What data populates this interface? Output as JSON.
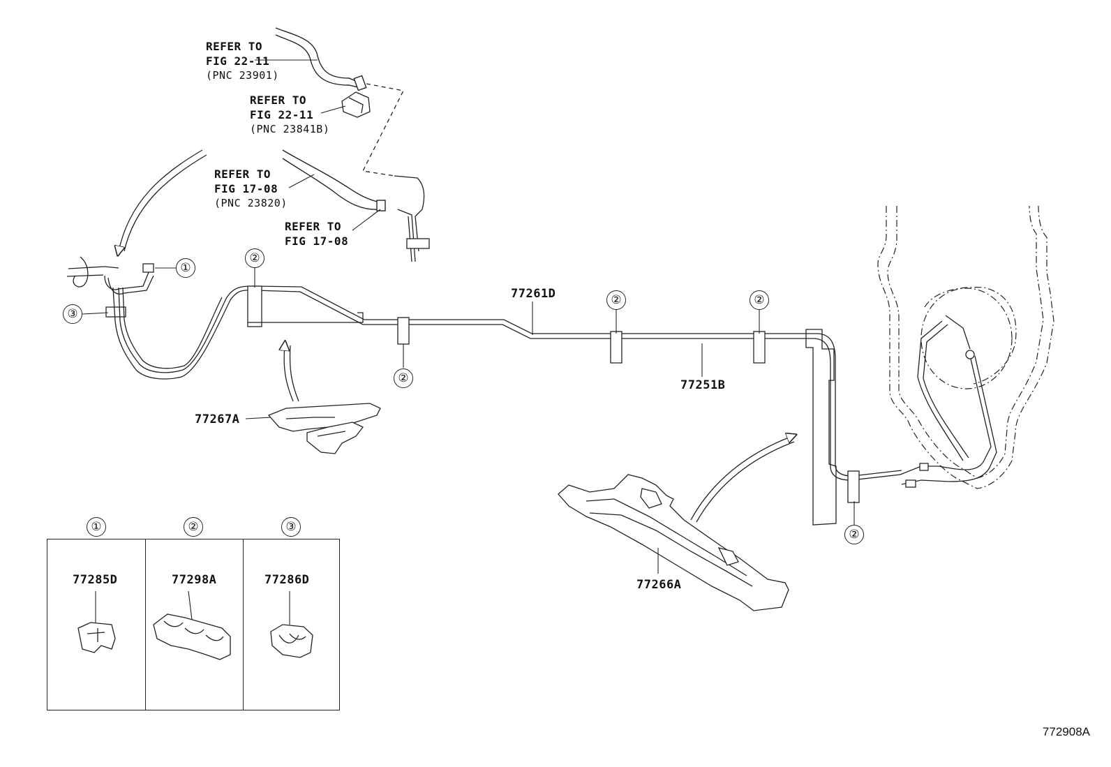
{
  "references": [
    {
      "line1": "REFER TO",
      "line2": "FIG 22-11",
      "line3": "(PNC 23901)"
    },
    {
      "line1": "REFER TO",
      "line2": "FIG 22-11",
      "line3": "(PNC 23841B)"
    },
    {
      "line1": "REFER TO",
      "line2": "FIG 17-08",
      "line3": "(PNC 23820)"
    },
    {
      "line1": "REFER TO",
      "line2": "FIG 17-08"
    }
  ],
  "parts": {
    "tube_main": "77261D",
    "tube_lower": "77251B",
    "protector_a": "77267A",
    "protector_b": "77266A"
  },
  "callouts": {
    "c1": "①",
    "c2": "②",
    "c3": "③"
  },
  "legend": [
    {
      "marker": "①",
      "part": "77285D"
    },
    {
      "marker": "②",
      "part": "77298A"
    },
    {
      "marker": "③",
      "part": "77286D"
    }
  ],
  "figure_code": "772908A"
}
